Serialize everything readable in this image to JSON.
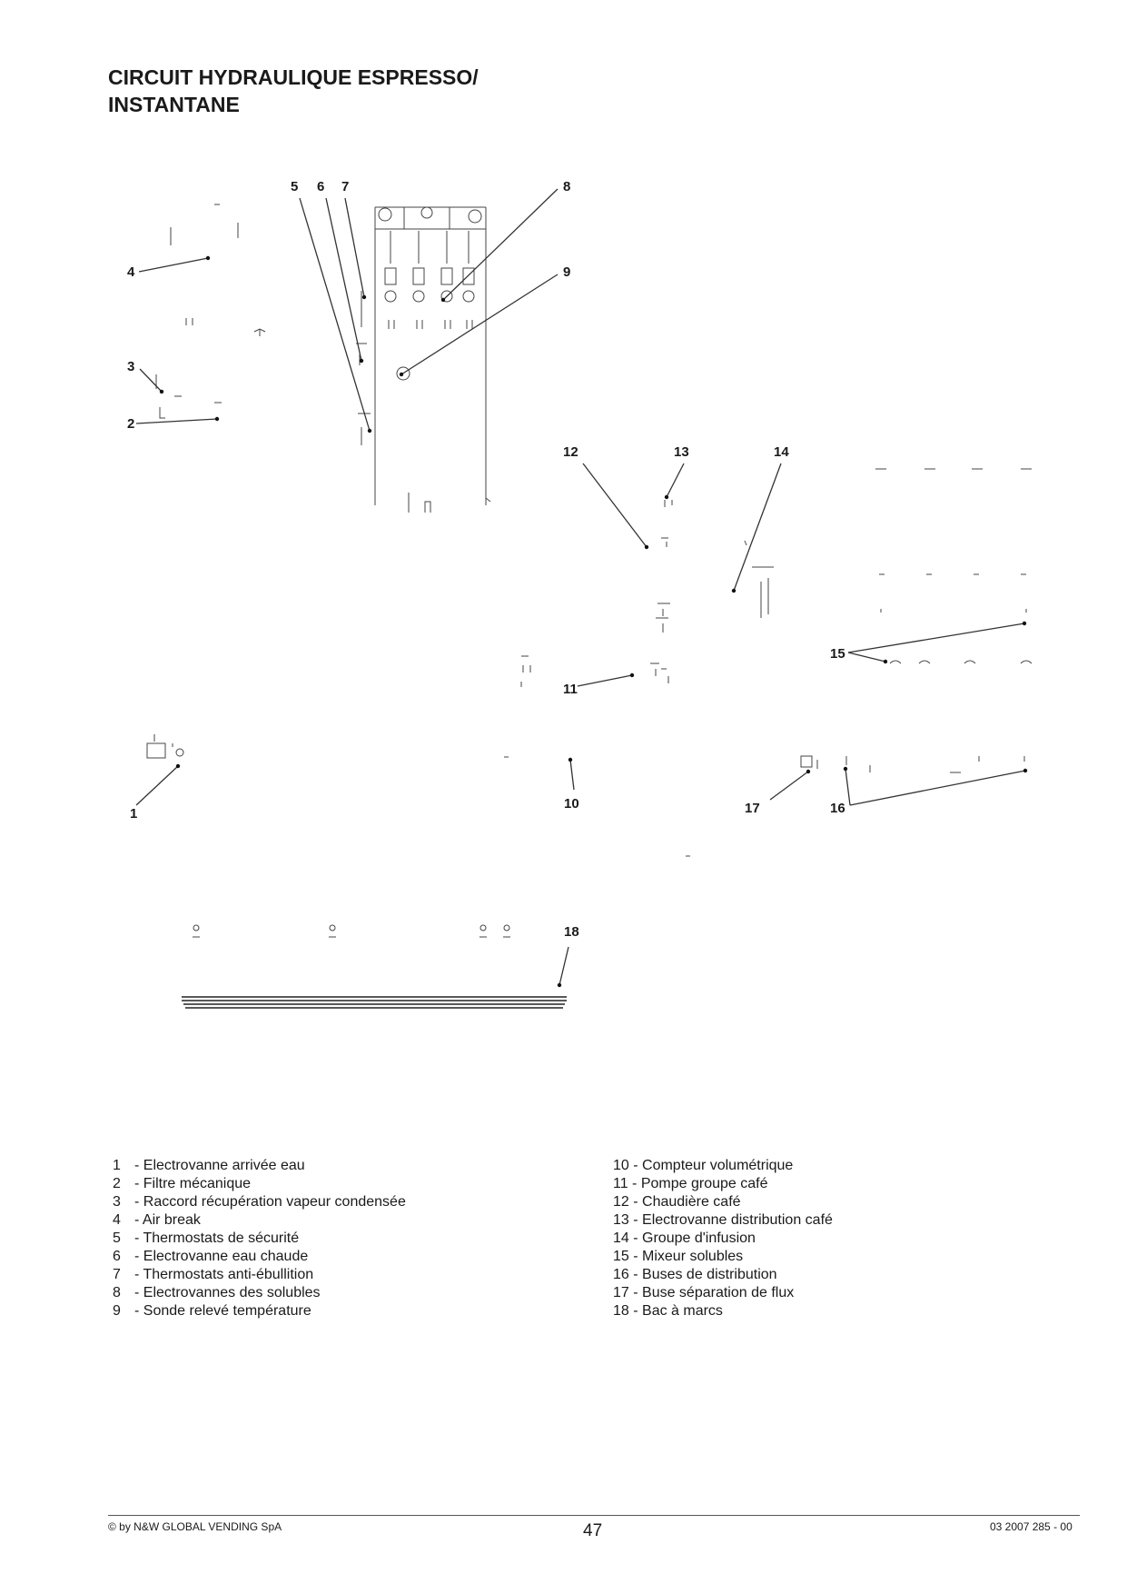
{
  "title": [
    "CIRCUIT HYDRAULIQUE ESPRESSO/",
    "INSTANTANE"
  ],
  "callouts": [
    "1",
    "2",
    "3",
    "4",
    "5",
    "6",
    "7",
    "8",
    "9",
    "10",
    "11",
    "12",
    "13",
    "14",
    "15",
    "16",
    "17",
    "18"
  ],
  "legend_left": [
    {
      "num": "1",
      "text": "- Electrovanne arrivée eau"
    },
    {
      "num": "2",
      "text": "- Filtre mécanique"
    },
    {
      "num": "3",
      "text": "- Raccord récupération vapeur condensée"
    },
    {
      "num": "4",
      "text": "- Air break"
    },
    {
      "num": "5",
      "text": "- Thermostats de sécurité"
    },
    {
      "num": "6",
      "text": "- Electrovanne eau chaude"
    },
    {
      "num": "7",
      "text": "- Thermostats anti-ébullition"
    },
    {
      "num": "8",
      "text": "- Electrovannes des solubles"
    },
    {
      "num": "9",
      "text": "- Sonde relevé température"
    }
  ],
  "legend_right": [
    {
      "text": "10 - Compteur volumétrique"
    },
    {
      "text": "11 - Pompe groupe café"
    },
    {
      "text": "12 - Chaudière café"
    },
    {
      "text": "13 - Electrovanne distribution café"
    },
    {
      "text": "14 - Groupe d'infusion"
    },
    {
      "text": "15 - Mixeur solubles"
    },
    {
      "text": "16 - Buses de distribution"
    },
    {
      "text": "17 - Buse séparation de flux"
    },
    {
      "text": "18 - Bac à marcs"
    }
  ],
  "footer": {
    "copyright": "© by N&W GLOBAL VENDING SpA",
    "page": "47",
    "doc_ref": "03 2007 285 - 00"
  },
  "colors": {
    "ink": "#1a1a1a",
    "line": "#333333",
    "drawing": "#444444"
  }
}
